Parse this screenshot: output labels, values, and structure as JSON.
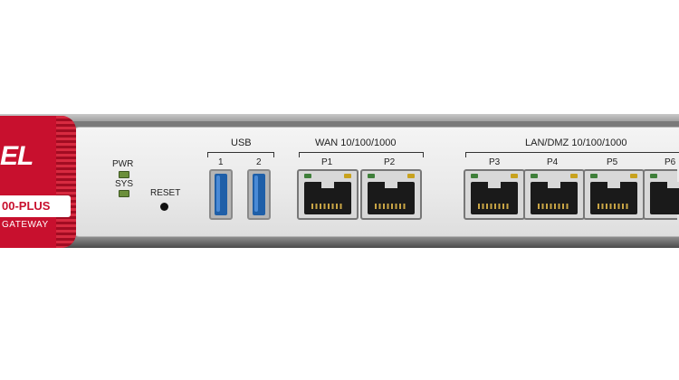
{
  "device": {
    "brand": "EL",
    "model": "00-PLUS",
    "subtitle": "GATEWAY"
  },
  "leds": {
    "pwr_label": "PWR",
    "sys_label": "SYS",
    "color": "#6b8f3a"
  },
  "reset": {
    "label": "RESET"
  },
  "usb": {
    "group_label": "USB",
    "ports": [
      {
        "label": "1"
      },
      {
        "label": "2"
      }
    ],
    "color": "#1f5fa8"
  },
  "wan": {
    "group_label": "WAN 10/100/1000",
    "ports": [
      {
        "label": "P1"
      },
      {
        "label": "P2"
      }
    ]
  },
  "lan": {
    "group_label": "LAN/DMZ 10/100/1000",
    "ports": [
      {
        "label": "P3"
      },
      {
        "label": "P4"
      },
      {
        "label": "P5"
      },
      {
        "label": "P6"
      }
    ]
  },
  "accent_color": "#c8102e"
}
